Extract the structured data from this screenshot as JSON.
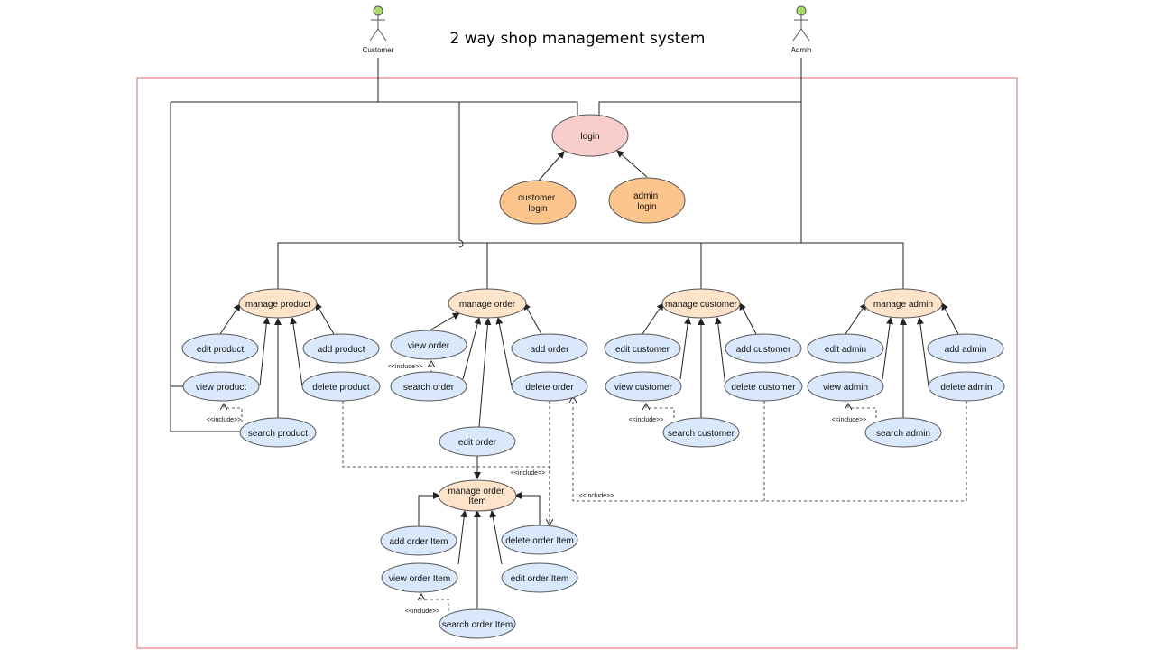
{
  "title": "2 way shop management system",
  "actors": {
    "customer": "Customer",
    "admin": "Admin"
  },
  "use_cases": {
    "login": "login",
    "customer_login": [
      "customer",
      "login"
    ],
    "admin_login": [
      "admin",
      "login"
    ],
    "manage_product": "manage product",
    "edit_product": "edit product",
    "add_product": "add product",
    "view_product": "view product",
    "delete_product": "delete product",
    "search_product": "search product",
    "manage_order": "manage order",
    "view_order": "view order",
    "add_order": "add order",
    "search_order": "search order",
    "delete_order": "delete order",
    "edit_order": "edit order",
    "manage_order_item": [
      "manage order",
      "Item"
    ],
    "add_order_item": "add order Item",
    "delete_order_item": "delete order Item",
    "view_order_item": "view order Item",
    "edit_order_item": "edit order Item",
    "search_order_item": "search order Item",
    "manage_customer": "manage customer",
    "edit_customer": "edit customer",
    "add_customer": "add customer",
    "view_customer": "view customer",
    "delete_customer": "delete customer",
    "search_customer": "search customer",
    "manage_admin": "manage admin",
    "edit_admin": "edit admin",
    "add_admin": "add admin",
    "view_admin": "view admin",
    "delete_admin": "delete admin",
    "search_admin": "search admin"
  },
  "include_label": "<<include>>",
  "colors": {
    "login_fill": "#f8cecc",
    "sub_login_fill": "#fdc58e",
    "manage_fill": "#fde3c9",
    "action_fill": "#dae8fc",
    "actor_head": "#a9dc6a",
    "boundary": "#e06666",
    "line": "#222222"
  }
}
